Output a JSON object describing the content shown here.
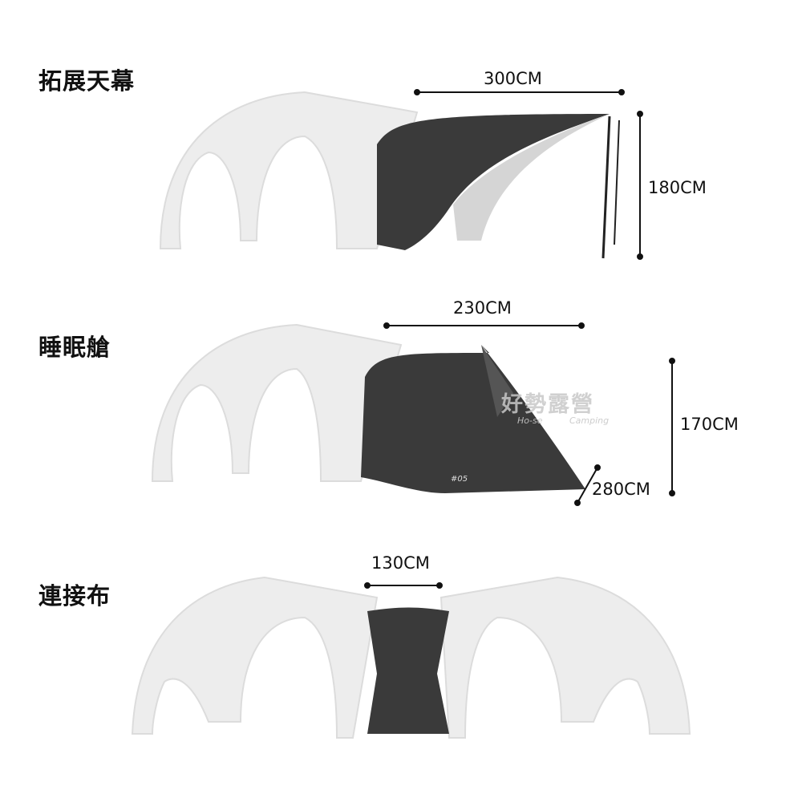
{
  "sections": [
    {
      "title": "拓展天幕",
      "dims": [
        "300CM",
        "180CM"
      ]
    },
    {
      "title": "睡眠艙",
      "dims": [
        "230CM",
        "170CM",
        "280CM"
      ],
      "badge": "#05"
    },
    {
      "title": "連接布",
      "dims": [
        "130CM"
      ]
    }
  ],
  "watermark": {
    "cn": "好勢露營",
    "left": "Ho-se",
    "right": "Camping"
  },
  "colors": {
    "tent_light": "#ececec",
    "fabric_dark": "#3a3a3a"
  }
}
